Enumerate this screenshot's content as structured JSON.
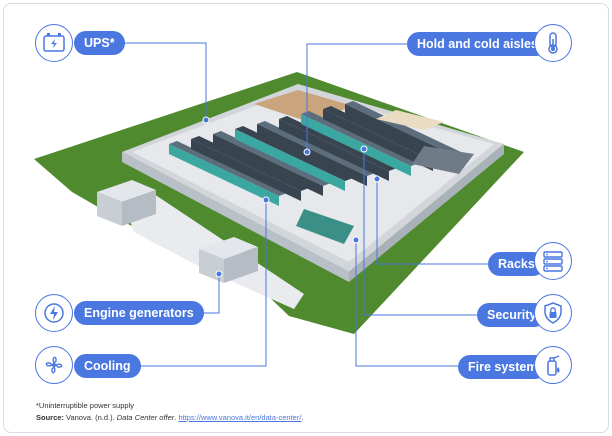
{
  "colors": {
    "accent": "#4a77e0",
    "grass": "#4f8a2e",
    "rack": "#394451",
    "rack_light": "#5c6d7c",
    "aisle": "#3aa7a0",
    "floor": "#e6e8eb",
    "wall": "#c5cbd1"
  },
  "labels": {
    "ups": "UPS*",
    "aisles": "Hold and cold aisles",
    "racks": "Racks",
    "generators": "Engine generators",
    "security": "Security",
    "cooling": "Cooling",
    "fire": "Fire system"
  },
  "icons": {
    "ups": "battery-icon",
    "aisles": "thermometer-icon",
    "racks": "server-rack-icon",
    "generators": "power-generator-icon",
    "security": "shield-lock-icon",
    "cooling": "fan-icon",
    "fire": "fire-extinguisher-icon"
  },
  "footnote": {
    "asterisk": "*Uninterruptible power supply",
    "source_label": "Source:",
    "source_text": " Vanova. (n.d.). ",
    "source_title": "Data Center offer",
    "source_sep": ". ",
    "source_url": "https://www.vanova.it/en/data-center/",
    "source_end": "."
  }
}
